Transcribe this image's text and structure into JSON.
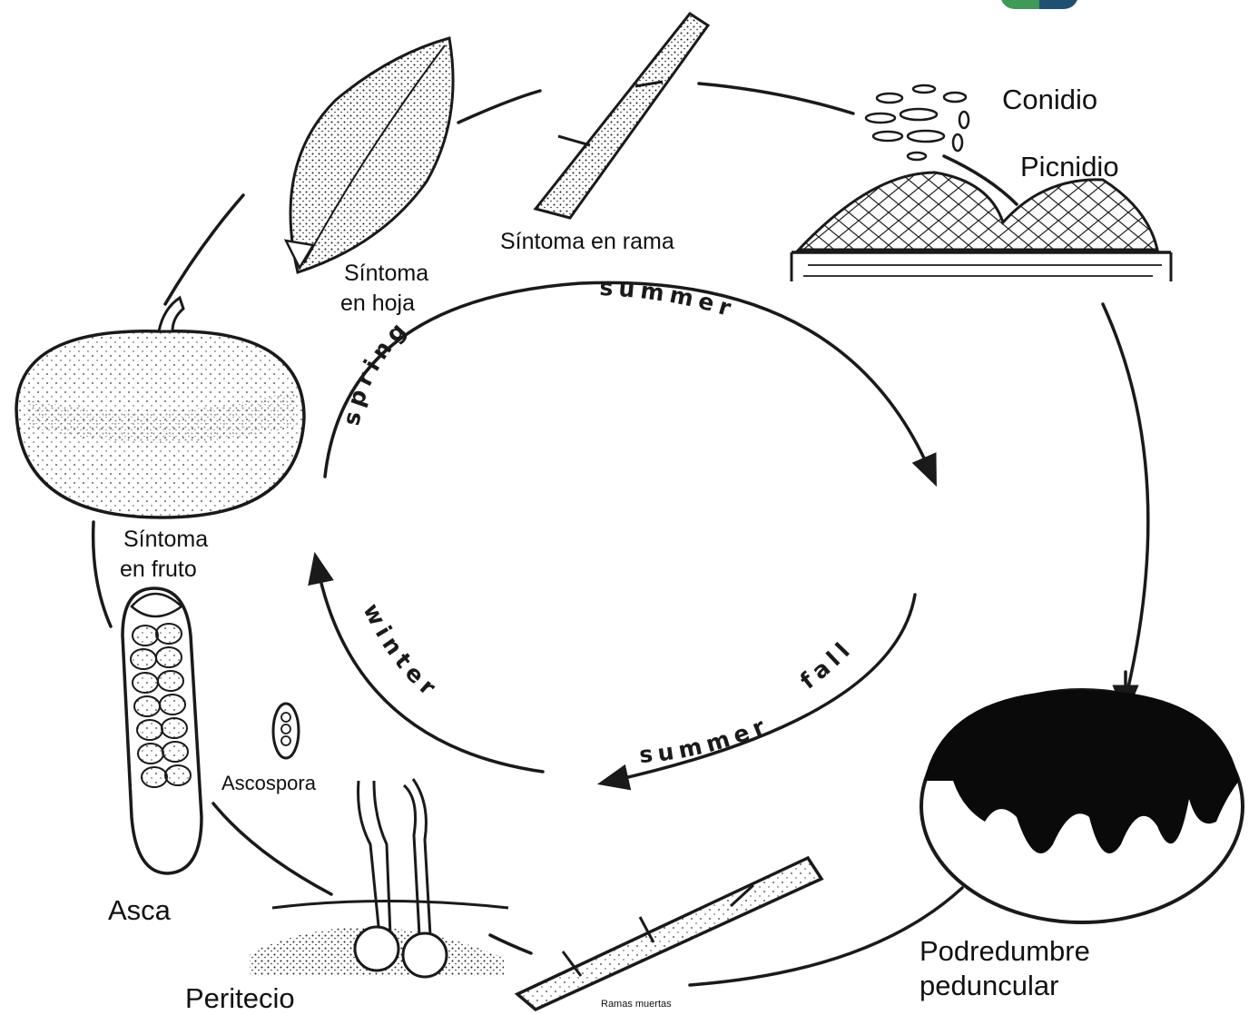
{
  "labels": {
    "conidio": "Conidio",
    "picnidio": "Picnidio",
    "sintoma_rama": "Síntoma  en rama",
    "sintoma_hoja_1": "Síntoma",
    "sintoma_hoja_2": "en hoja",
    "sintoma_fruto_1": "Síntoma",
    "sintoma_fruto_2": "en fruto",
    "ascospora": "Ascospora",
    "asca": "Asca",
    "peritecio": "Peritecio",
    "ramas_muertas": "Ramas  muertas",
    "podredumbre_1": "Podredumbre",
    "podredumbre_2": "peduncular"
  },
  "seasons": {
    "spring": "spring",
    "summer_top": "summer",
    "fall": "fall",
    "summer_bottom": "summer",
    "winter": "winter"
  },
  "colors": {
    "ink": "#1a1a1a",
    "logo_green": "#3e9a57",
    "logo_blue": "#1f4f73"
  }
}
